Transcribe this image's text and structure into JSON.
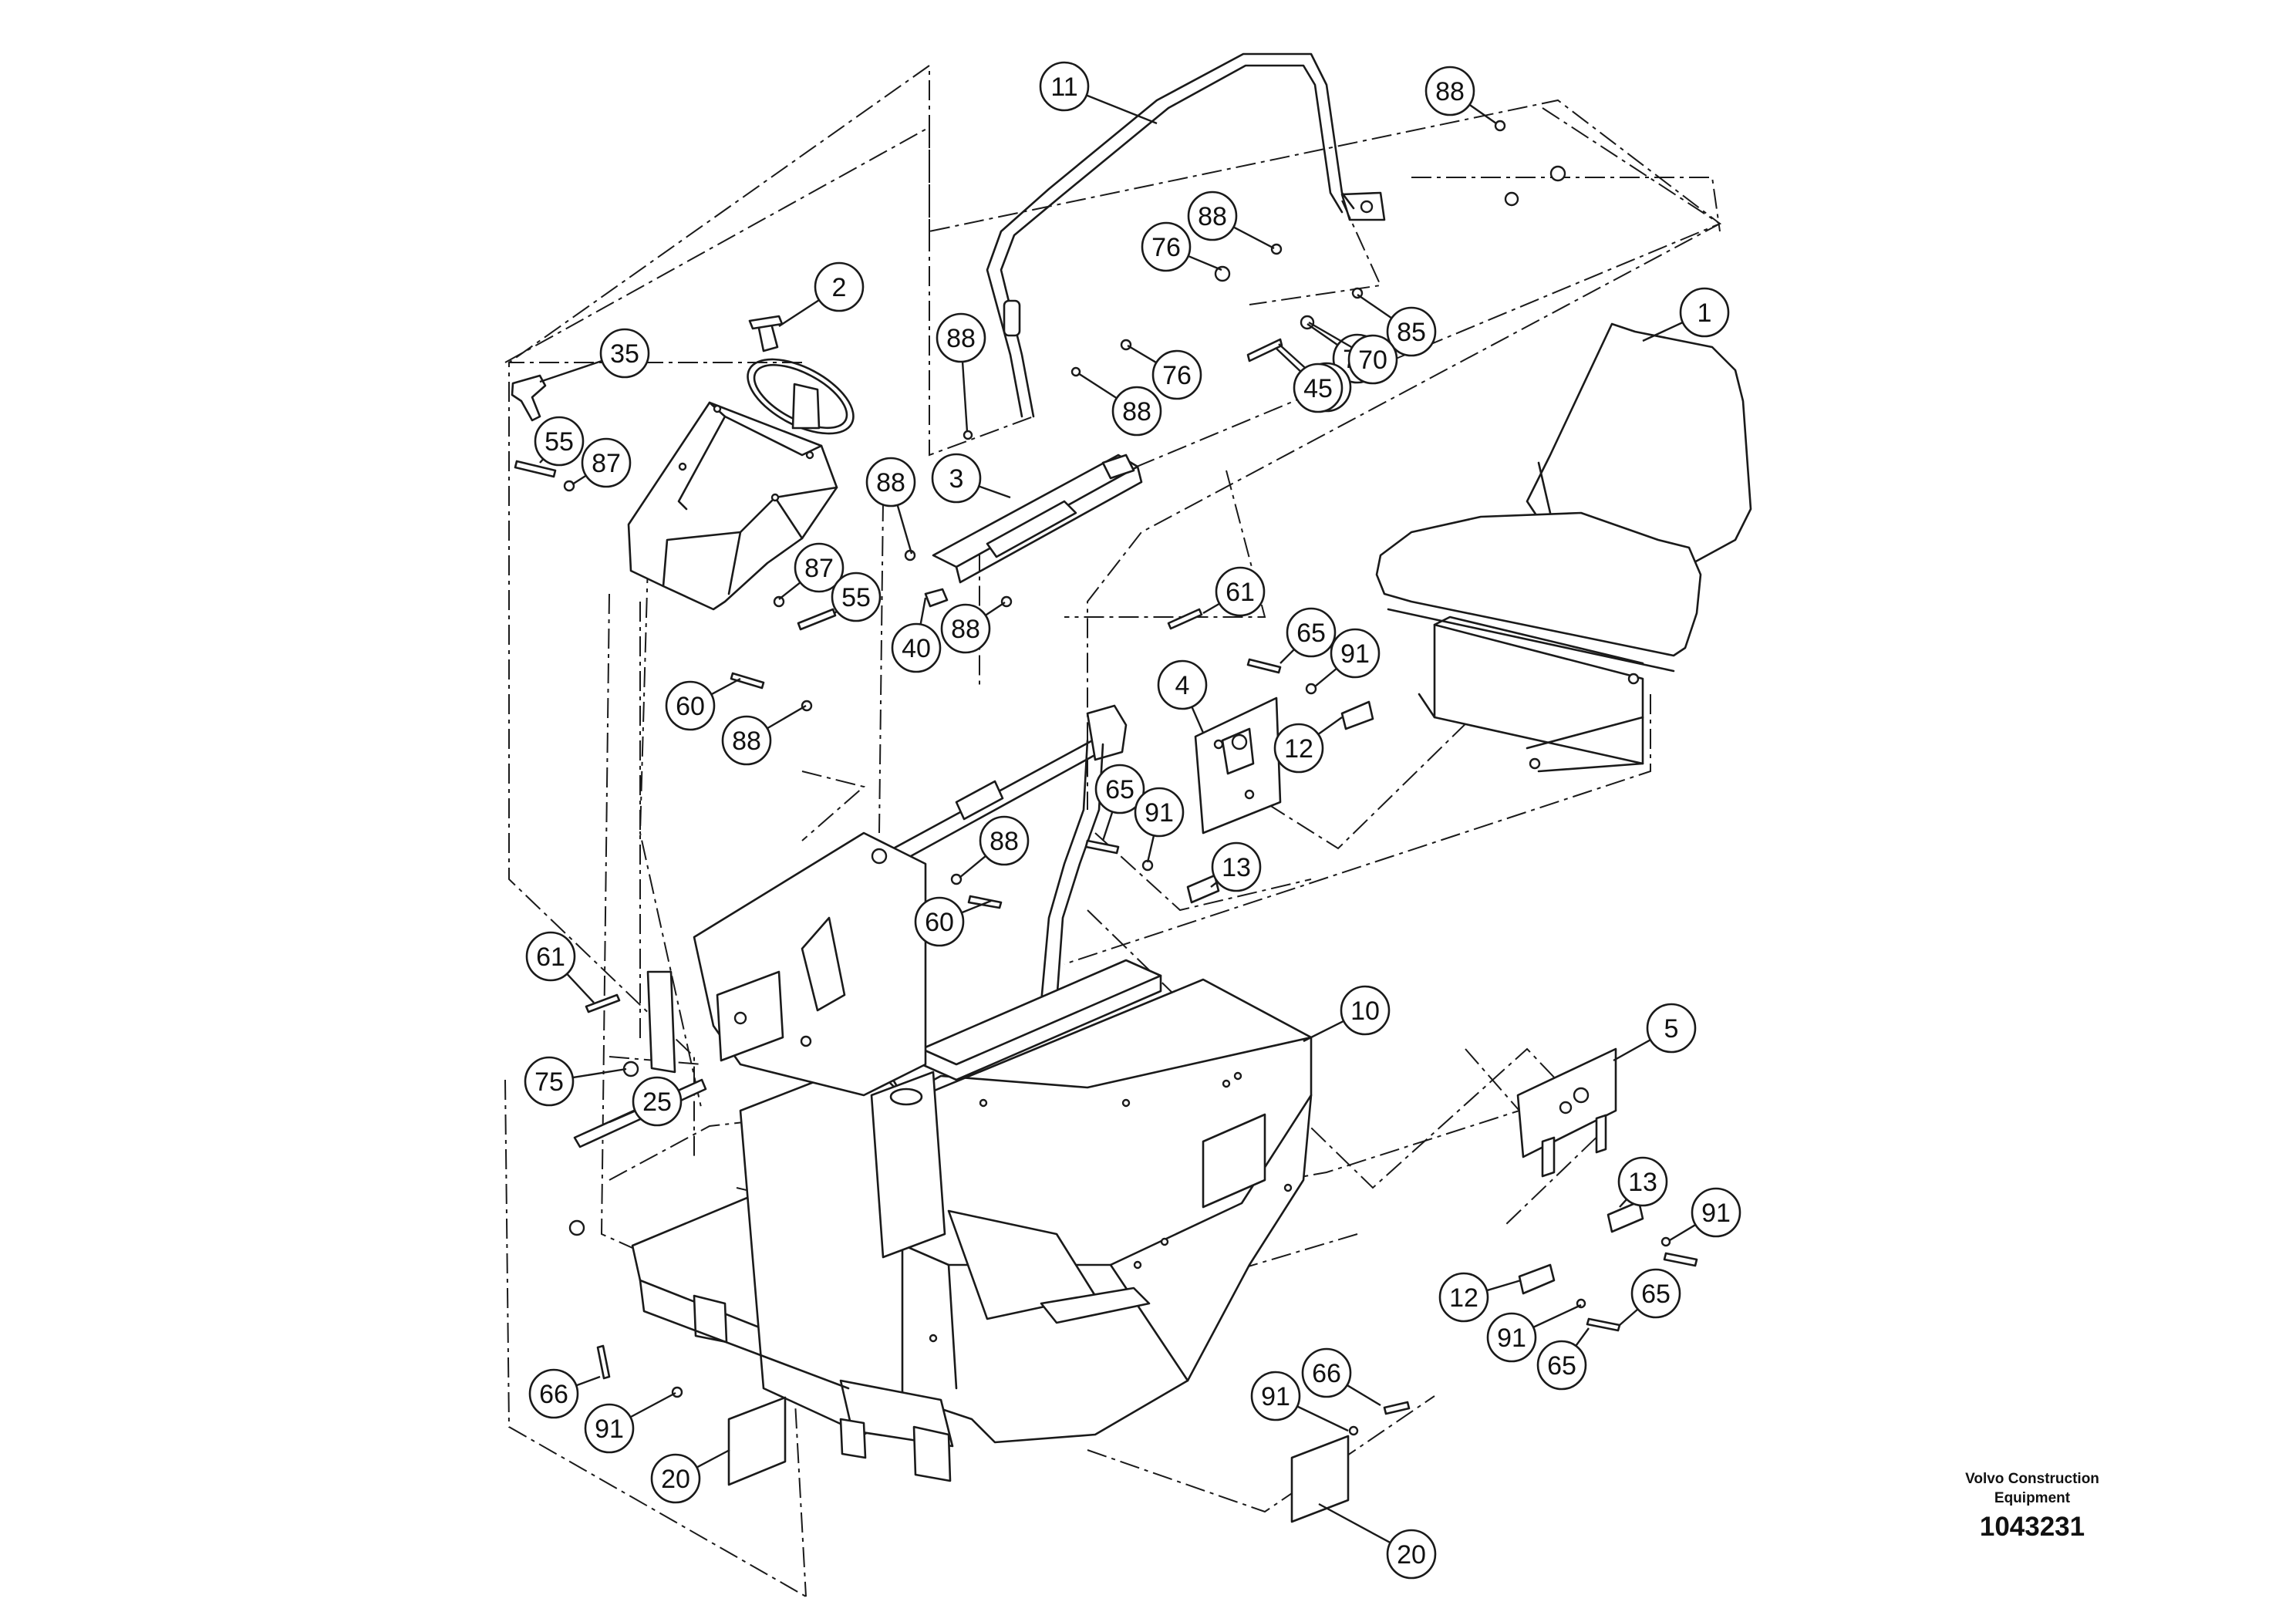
{
  "brand": {
    "line1": "Volvo Construction",
    "line2": "Equipment"
  },
  "drawing_number": "1043231",
  "callout_labels": [
    "11",
    "88",
    "76",
    "88",
    "70",
    "85",
    "1",
    "2",
    "35",
    "88",
    "76",
    "88",
    "70",
    "85",
    "45",
    "55",
    "87",
    "3",
    "88",
    "87",
    "55",
    "40",
    "88",
    "61",
    "65",
    "91",
    "60",
    "88",
    "4",
    "12",
    "65",
    "91",
    "13",
    "88",
    "60",
    "61",
    "10",
    "5",
    "75",
    "25",
    "13",
    "91",
    "12",
    "65",
    "91",
    "65",
    "66",
    "91",
    "91",
    "66",
    "20",
    "20"
  ]
}
